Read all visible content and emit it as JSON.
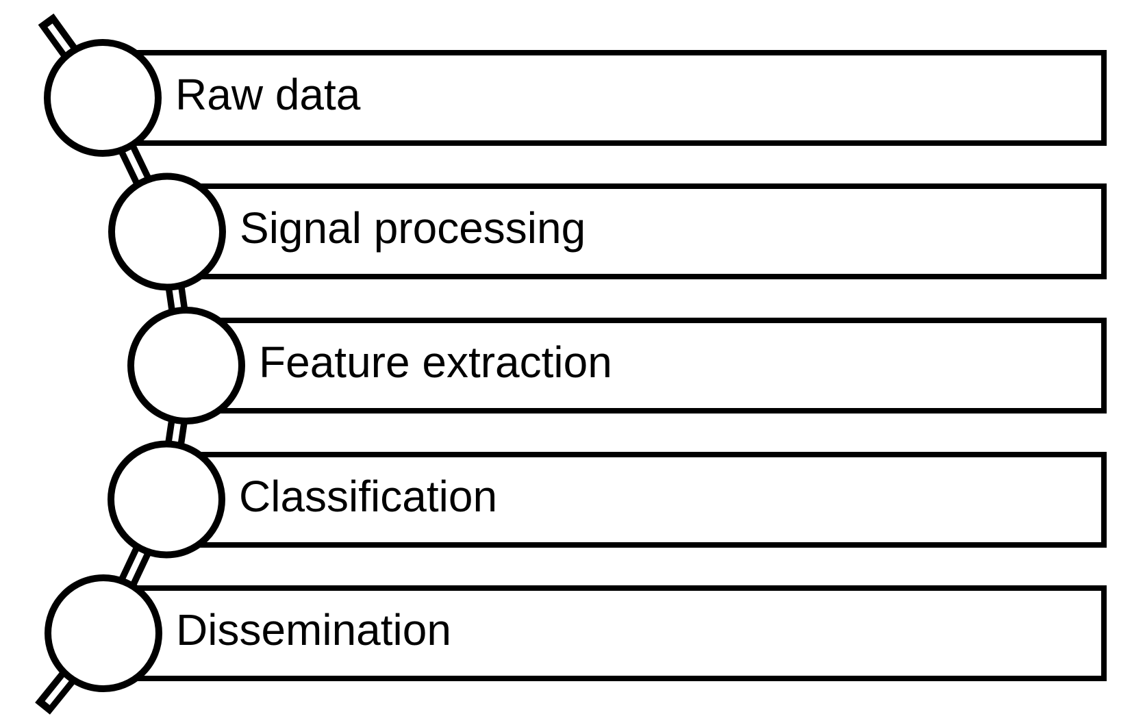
{
  "diagram": {
    "type": "process-chain-vertical-curved-list",
    "background_color": "#ffffff",
    "stroke_color": "#000000",
    "steps": [
      {
        "label": "Raw data"
      },
      {
        "label": "Signal processing"
      },
      {
        "label": "Feature extraction"
      },
      {
        "label": "Classification"
      },
      {
        "label": "Dissemination"
      }
    ]
  }
}
